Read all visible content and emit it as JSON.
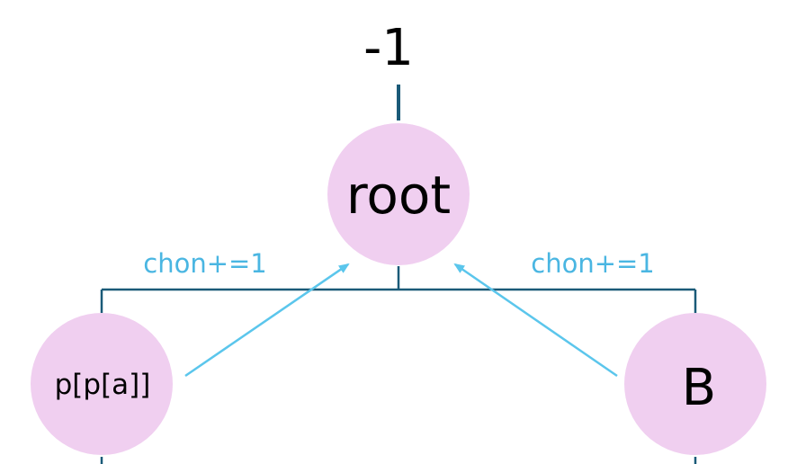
{
  "colors": {
    "background": "#ffffff",
    "node_fill": "#f0cff0",
    "tree_line": "#1a5a78",
    "arrow": "#5bc6ec",
    "label": "#4ab6e2",
    "text": "#000000"
  },
  "top_label": "-1",
  "nodes": {
    "root": "root",
    "left": "p[p[a]]",
    "right": "B"
  },
  "edge_labels": {
    "left": "chon+=1",
    "right": "chon+=1"
  }
}
